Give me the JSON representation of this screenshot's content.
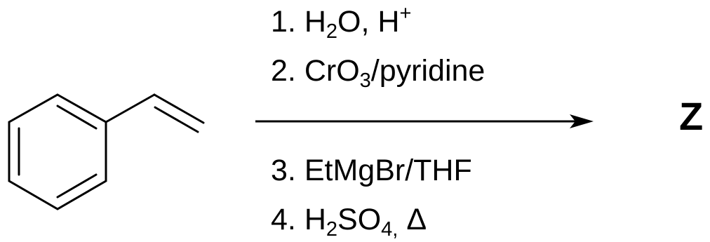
{
  "reactant": {
    "name": ""
  },
  "conditions": {
    "step1": {
      "num": "1.",
      "a": "H",
      "a_sub": "2",
      "b": "O, H",
      "b_sup": "+"
    },
    "step2": {
      "num": "2.",
      "a": "CrO",
      "a_sub": "3",
      "b": "/pyridine"
    },
    "step3": {
      "num": "3.",
      "text": "EtMgBr/THF"
    },
    "step4": {
      "num": "4.",
      "a": "H",
      "a_sub": "2",
      "b": "SO",
      "b_sub": "4,",
      "c": "Δ"
    }
  },
  "product": {
    "label": "Z"
  },
  "colors": {
    "ink": "#000000",
    "background": "#ffffff"
  }
}
